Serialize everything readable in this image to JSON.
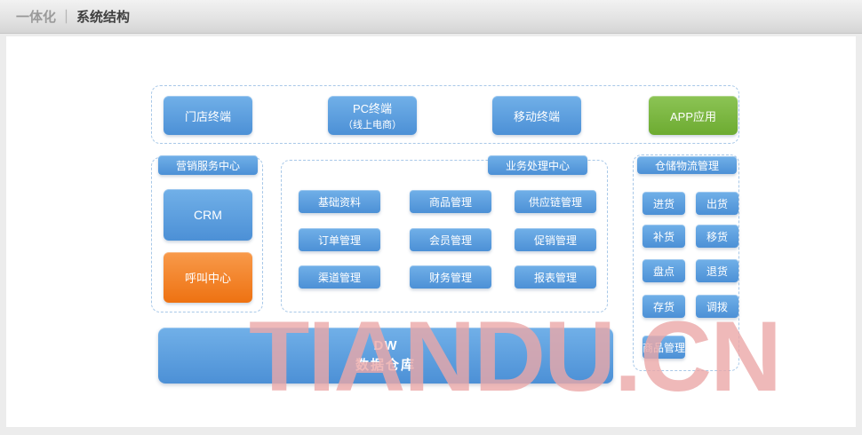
{
  "header": {
    "section": "一体化",
    "separator": "｜",
    "title": "系统结构"
  },
  "diagram": {
    "terminals": {
      "items": [
        {
          "label": "门店终端",
          "color": "blue"
        },
        {
          "label": "PC终端",
          "sublabel": "（线上电商）",
          "color": "blue"
        },
        {
          "label": "移动终端",
          "color": "blue"
        },
        {
          "label": "APP应用",
          "color": "green"
        }
      ]
    },
    "marketing_center": {
      "title": "营销服务中心",
      "crm": "CRM",
      "call_center": "呼叫中心"
    },
    "business_center": {
      "title": "业务处理中心",
      "items": [
        "基础资料",
        "商品管理",
        "供应链管理",
        "订单管理",
        "会员管理",
        "促销管理",
        "渠道管理",
        "财务管理",
        "报表管理"
      ]
    },
    "warehouse_center": {
      "title": "仓储物流管理",
      "items": [
        "进货",
        "出货",
        "补货",
        "移货",
        "盘点",
        "退货",
        "存货",
        "调拨"
      ],
      "wide_item": "商品管理"
    },
    "data_warehouse": {
      "abbr": "DW",
      "name": "数据仓库"
    }
  },
  "watermark": "TIANDU.CN",
  "colors": {
    "node_blue": "#4c90d6",
    "node_green": "#6dab31",
    "node_orange": "#ee7212",
    "dashed_border": "#a8c8e8",
    "watermark_pink": "#ebа8a8"
  }
}
